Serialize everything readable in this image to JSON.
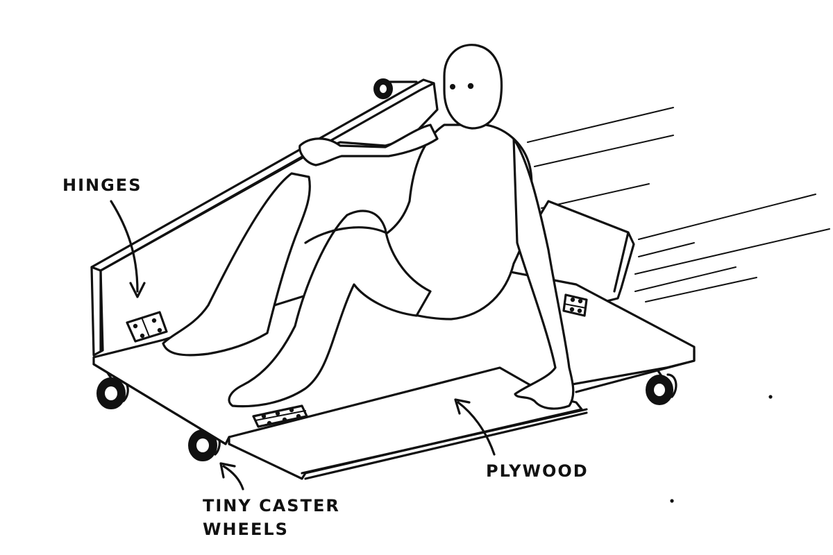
{
  "labels": {
    "hinges": "HINGES",
    "plywood": "PLYWOOD",
    "caster_line1": "TINY CASTER",
    "caster_line2": "WHEELS"
  },
  "colors": {
    "ink": "#111111",
    "background": "#ffffff"
  }
}
